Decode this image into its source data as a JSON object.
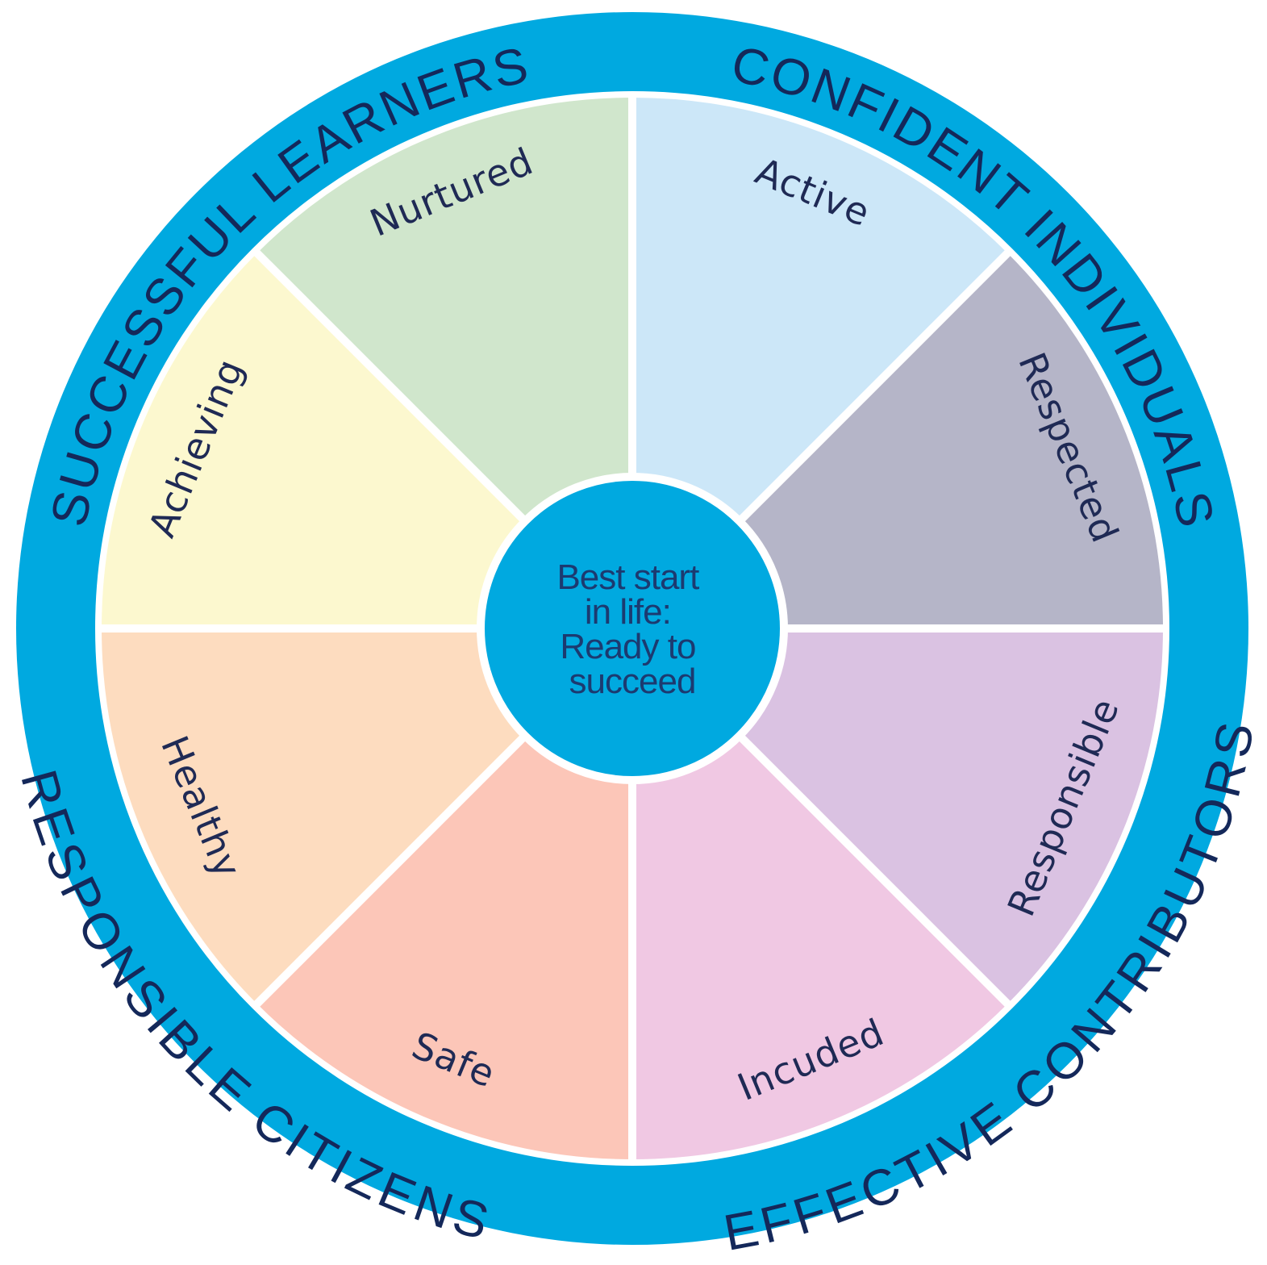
{
  "colors": {
    "ring": "#00a9e0",
    "ring_text": "#14285a",
    "label_text": "#1f2a55",
    "hub_text": "#1c3a70",
    "divider": "#ffffff"
  },
  "outer_ring": [
    {
      "label": "SUCCESSFUL LEARNERS"
    },
    {
      "label": "CONFIDENT INDIVIDUALS"
    },
    {
      "label": "EFFECTIVE CONTRIBUTORS"
    },
    {
      "label": "RESPONSIBLE CITIZENS"
    }
  ],
  "segments": [
    {
      "label": "Active",
      "color": "#cce7f8"
    },
    {
      "label": "Respected",
      "color": "#b5b5c8"
    },
    {
      "label": "Responsible",
      "color": "#dac2e2"
    },
    {
      "label": "Incuded",
      "color": "#f0c8e3"
    },
    {
      "label": "Safe",
      "color": "#fcc6b8"
    },
    {
      "label": "Healthy",
      "color": "#fddcbf"
    },
    {
      "label": "Achieving",
      "color": "#fcf8cf"
    },
    {
      "label": "Nurtured",
      "color": "#d0e6cc"
    }
  ],
  "hub": {
    "lines": [
      "Best start",
      "in life:",
      "Ready to",
      "succeed"
    ]
  }
}
